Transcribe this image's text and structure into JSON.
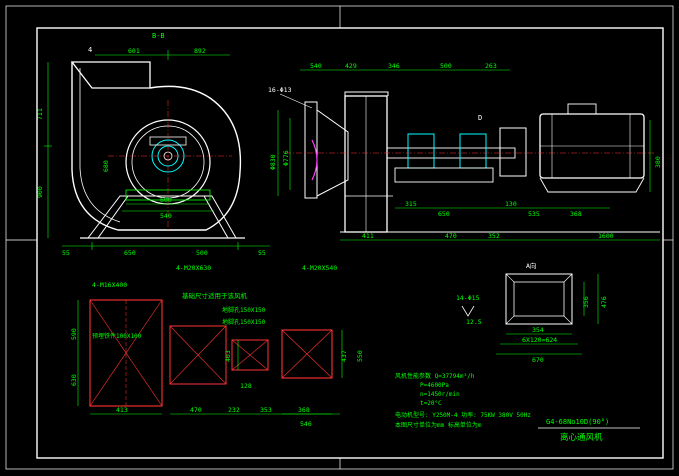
{
  "drawing": {
    "section_label": "B-B",
    "view_label_4": "4",
    "view_label_d": "D",
    "title_cn": "离心通风机",
    "model": "G4-68No10D(90°)",
    "detail_label": "A向"
  },
  "left_view_dims": {
    "top": [
      "601",
      "892"
    ],
    "left": [
      "711",
      "900"
    ],
    "bottom": [
      "55",
      "650",
      "500",
      "55"
    ],
    "inner_width": "600",
    "inner_width2": "540",
    "shaft_height": "680"
  },
  "side_view_dims": {
    "top": [
      "540",
      "429",
      "346",
      "500",
      "263"
    ],
    "holes": "16-Φ13",
    "flange_d1": "Φ830",
    "flange_d2": "Φ776",
    "motor_h": "380",
    "bottom": [
      "411",
      "470",
      "352",
      "1600"
    ],
    "lower": [
      "315",
      "650",
      "130",
      "535",
      "368"
    ]
  },
  "bottom_views": {
    "bolts1": "4-M16X400",
    "bolts2": "4-M20X630",
    "bolts3": "4-M20X540",
    "note1": "基础尺寸适用于该风机",
    "note2": "地脚孔150X150",
    "note3": "预埋铁件100X100",
    "note4": "地脚孔150X150",
    "left_h": [
      "590",
      "630"
    ],
    "left_w": "413",
    "mid_w": [
      "470",
      "232",
      "353"
    ],
    "mid_h": [
      "403",
      "128"
    ],
    "right_h": [
      "437",
      "550"
    ],
    "right_w": [
      "368",
      "546"
    ]
  },
  "detail_dims": {
    "holes": "14-Φ15",
    "spacing": "12.5",
    "w1": "354",
    "w2": "6X120=624",
    "w3": "670",
    "h1": "356",
    "h2": "476"
  },
  "notes": {
    "line1": "风机性能参数 Q=37794m³/h",
    "line2": "P=4600Pa",
    "line3": "n=1450r/min",
    "line4": "t=20°C",
    "line5": "电动机型号: Y250M-4 功率: 75KW 380V 50Hz",
    "line6": "本图尺寸单位为mm 标高单位为m"
  }
}
